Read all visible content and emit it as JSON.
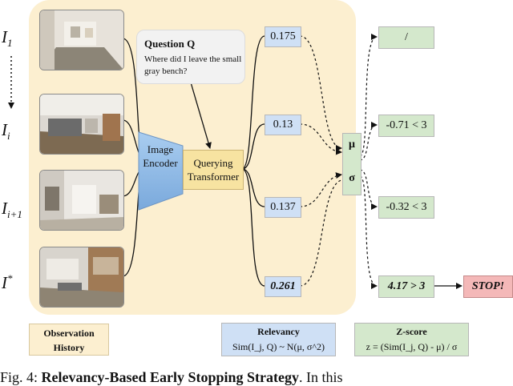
{
  "frames": [
    {
      "label": "I",
      "sub": "1",
      "sup": ""
    },
    {
      "label": "I",
      "sub": "i",
      "sup": ""
    },
    {
      "label": "I",
      "sub": "i+1",
      "sup": ""
    },
    {
      "label": "I",
      "sub": "",
      "sup": "*"
    }
  ],
  "question": {
    "title": "Question Q",
    "text": "Where did I leave the small gray bench?"
  },
  "image_encoder": "Image Encoder",
  "querying_transformer": "Querying Transformer",
  "relevancy_values": [
    "0.175",
    "0.13",
    "0.137",
    "0.261"
  ],
  "stats": {
    "mu": "μ",
    "sigma": "σ"
  },
  "zscores": [
    "/",
    "-0.71 < 3",
    "-0.32 < 3",
    "4.17 > 3"
  ],
  "stop_label": "STOP!",
  "legend": {
    "observation": "Observation History",
    "relevancy_title": "Relevancy",
    "relevancy_formula": "Sim(I_j, Q) ~ N(μ, σ^2)",
    "zscore_title": "Z-score",
    "zscore_formula": "z = (Sim(I_j, Q) - μ) / σ"
  },
  "caption": {
    "prefix": "Fig. 4: ",
    "bold": "Relevancy-Based Early Stopping Strategy",
    "rest": ". In this"
  },
  "colors": {
    "observation_panel": "#fcefd0",
    "relevancy": "#cfe0f5",
    "zscore": "#d4e8cc",
    "stop": "#f4b8b8",
    "querying_transformer": "#f7e3a1",
    "image_encoder": "#8ab8e6"
  }
}
